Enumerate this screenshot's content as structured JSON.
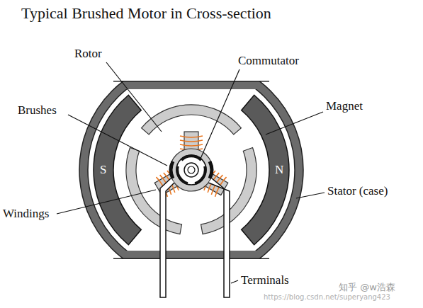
{
  "diagram": {
    "title": "Typical Brushed Motor in Cross-section",
    "nodes": [
      {
        "text": [
          "S"
        ]
      },
      {
        "text": [
          "N"
        ]
      }
    ],
    "labels": [
      "Rotor",
      "Commutator",
      "Brushes",
      "Magnet",
      "Windings",
      "Stator (case)",
      "Terminals",
      "知乎 @w浩森",
      "https://blog.csdn.net/superyang423"
    ]
  }
}
